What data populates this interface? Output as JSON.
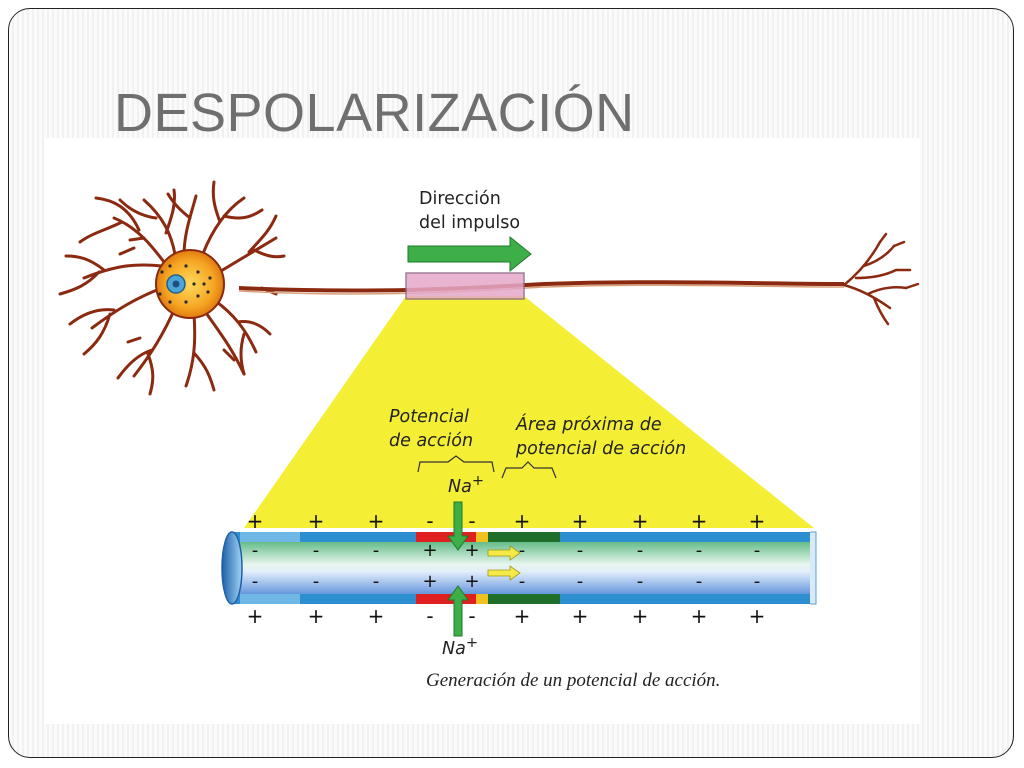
{
  "title": "DESPOLARIZACIÓN",
  "diagram": {
    "direction_label_line1": "Dirección",
    "direction_label_line2": "del impulso",
    "action_potential_line1": "Potencial",
    "action_potential_line2": "de acción",
    "next_area_line1": "Área próxima de",
    "next_area_line2": "potencial de acción",
    "na_top": "Na",
    "na_bottom": "Na",
    "na_charge": "+",
    "caption": "Generación de un potencial de acción.",
    "outer_top_signs": [
      "+",
      "+",
      "+",
      "-",
      "-",
      "+",
      "+",
      "+",
      "+",
      "+"
    ],
    "inner_top_signs": [
      "-",
      "-",
      "-",
      "+",
      "+",
      "-",
      "-",
      "-",
      "-",
      "-"
    ],
    "inner_bottom_signs": [
      "-",
      "-",
      "-",
      "+",
      "+",
      "-",
      "-",
      "-",
      "-",
      "-"
    ],
    "outer_bottom_signs": [
      "+",
      "+",
      "+",
      "-",
      "-",
      "+",
      "+",
      "+",
      "+",
      "+"
    ],
    "colors": {
      "axon": "#8b2a10",
      "cone": "#f3ee2a",
      "highlight": "#e6a8c8",
      "arrow": "#3dae48",
      "depolarized": "#e02020",
      "next_zone": "#1f6e2a",
      "membrane": "#2d8fd0",
      "axon_core_top": "#2a9a55",
      "axon_core_bottom": "#3b7fd6"
    }
  }
}
